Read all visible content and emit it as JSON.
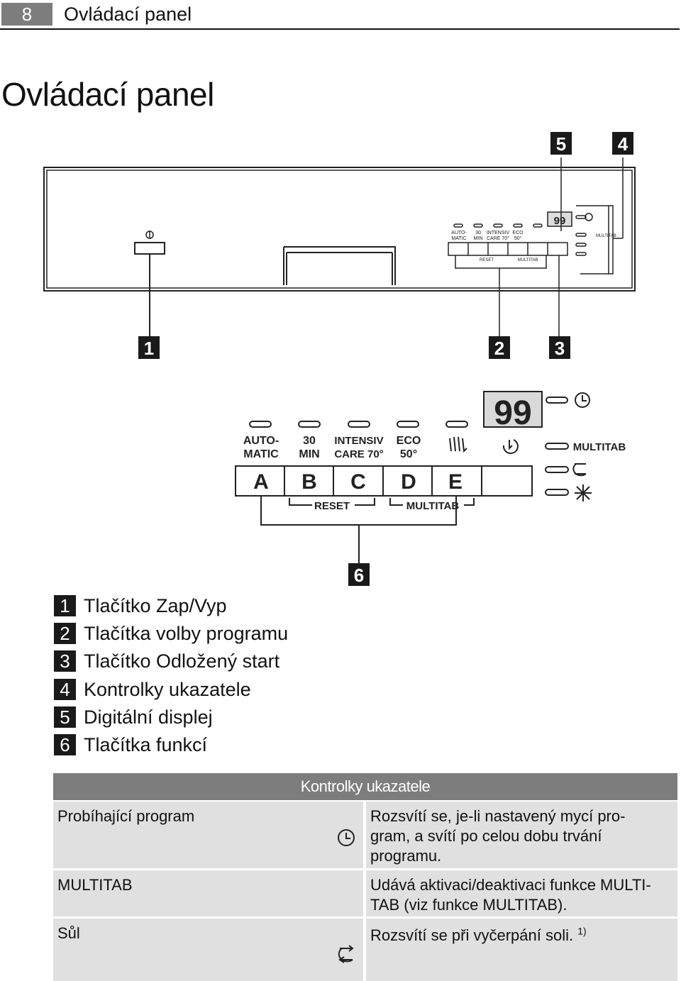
{
  "header": {
    "page_number": "8",
    "title": "Ovládací panel"
  },
  "page_title": "Ovládací panel",
  "callouts": [
    "1",
    "2",
    "3",
    "4",
    "5",
    "6"
  ],
  "panel": {
    "display_value": "99",
    "buttons": [
      "A",
      "B",
      "C",
      "D",
      "E"
    ],
    "program_labels": [
      [
        "AUTO-",
        "MATIC"
      ],
      [
        "30",
        "MIN"
      ],
      [
        "INTENSIV",
        "CARE 70°"
      ],
      [
        "ECO",
        "50°"
      ]
    ],
    "group_labels": {
      "reset": "RESET",
      "multitab": "MULTITAB"
    },
    "indicator_labels": {
      "multitab": "MULTITAB"
    }
  },
  "legend": [
    {
      "num": "1",
      "text": "Tlačítko Zap/Vyp"
    },
    {
      "num": "2",
      "text": "Tlačítka volby programu"
    },
    {
      "num": "3",
      "text": "Tlačítko Odložený start"
    },
    {
      "num": "4",
      "text": "Kontrolky ukazatele"
    },
    {
      "num": "5",
      "text": "Digitální displej"
    },
    {
      "num": "6",
      "text": "Tlačítka funkcí"
    }
  ],
  "table": {
    "heading": "Kontrolky ukazatele",
    "rows": [
      {
        "name": "Probíhající program",
        "icon": "clock-icon",
        "desc": [
          "Rozsvítí se, je-li nastavený mycí pro-",
          "gram, a svítí po celou dobu trvání",
          "programu."
        ]
      },
      {
        "name": "MULTITAB",
        "icon": "",
        "desc": [
          "Udává aktivaci/deaktivaci funkce MULTI-",
          "TAB (viz funkce MULTITAB)."
        ]
      },
      {
        "name": "Sůl",
        "icon": "salt-icon",
        "desc": [
          "Rozsvítí se při vyčerpání soli."
        ],
        "footnote": "1)"
      }
    ]
  }
}
